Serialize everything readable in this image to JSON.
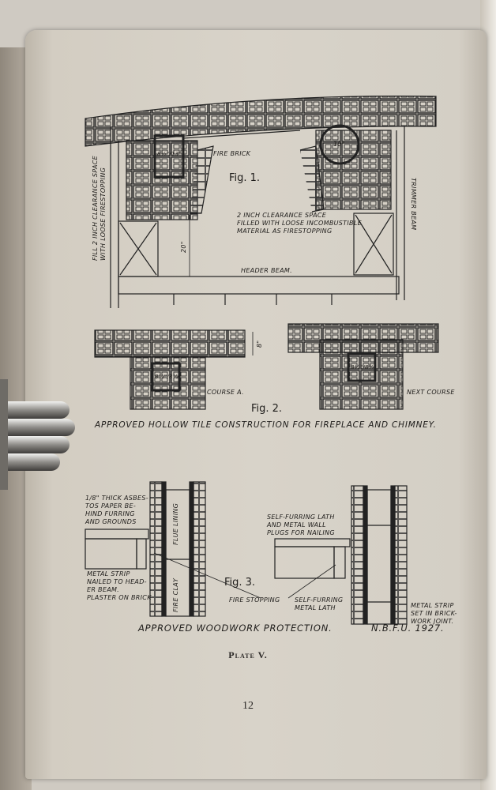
{
  "fig1": {
    "label": "Fig. 1.",
    "fire_brick": "Fire Brick",
    "flue_square": "8½\"/13\"",
    "flue_round": "10\"",
    "clearance_note": "2 inch Clearance Space\nfilled with Loose Incombustible\nMaterial as Firestopping",
    "header_beam": "Header Beam.",
    "dimension": "20\"",
    "fill_note": "Fill 2 inch Clearance Space\nwith Loose Firestopping",
    "trimmer_beam": "Trimmer Beam"
  },
  "fig2": {
    "label": "Fig. 2.",
    "flue_a": "8½\"/8½\"",
    "flue_b": "8½\"/8½\"",
    "dimension": "8\"",
    "course_a": "Course A.",
    "next_course": "Next Course",
    "caption": "Approved Hollow Tile Construction for Fireplace and Chimney."
  },
  "fig3": {
    "label": "Fig. 3.",
    "asbestos_note": "1/8\" Thick Asbes-\ntos Paper be-\nhind Furring\nand Grounds",
    "metal_strip_left": "Metal Strip\nnailed to Head-\ner Beam.\nPlaster on Brick",
    "firestopping": "Fire stopping",
    "lath_note": "Self-furring Lath\nand Metal Wall\nPlugs for Nailing",
    "metal_lath": "Self-furring\nMetal Lath",
    "metal_strip_right": "Metal Strip\nSet in Brick-\nwork Joint.",
    "flue_lining": "Flue Lining",
    "fire_clay": "Fire Clay",
    "caption": "Approved Woodwork Protection.",
    "credit": "N.B.F.U. 1927."
  },
  "plate": "Plate V.",
  "page_number": "12"
}
